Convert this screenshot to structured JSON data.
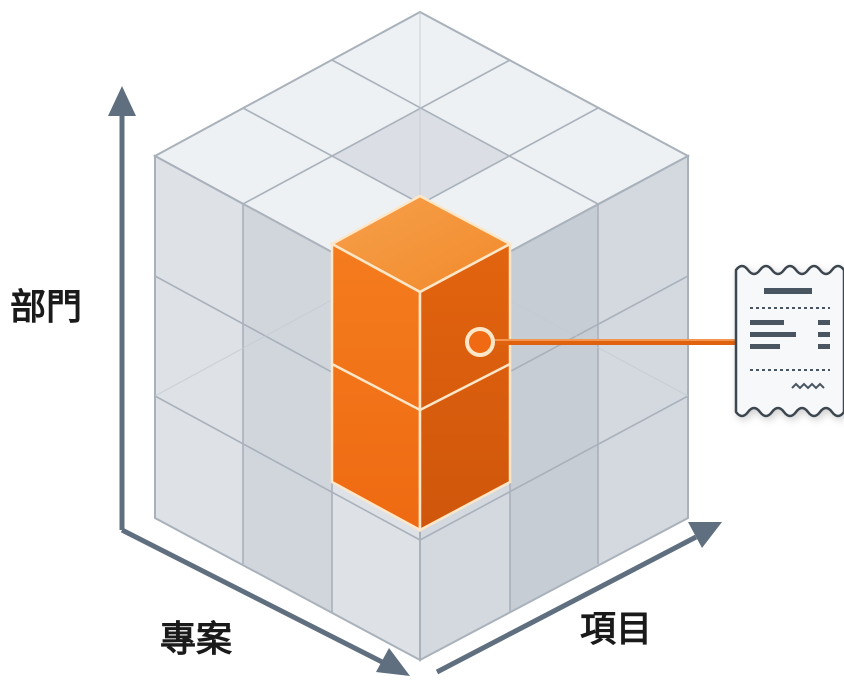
{
  "axes": {
    "vertical_label": "部門",
    "depth_label": "專案",
    "horizontal_label": "項目"
  },
  "colors": {
    "highlight": "#f06d14",
    "highlight_light": "#f7903a",
    "highlight_dark": "#d65a0d",
    "axis": "#5f6f7f",
    "grid_line": "#a9b1bb",
    "cube_face": "#c2c8d0"
  }
}
